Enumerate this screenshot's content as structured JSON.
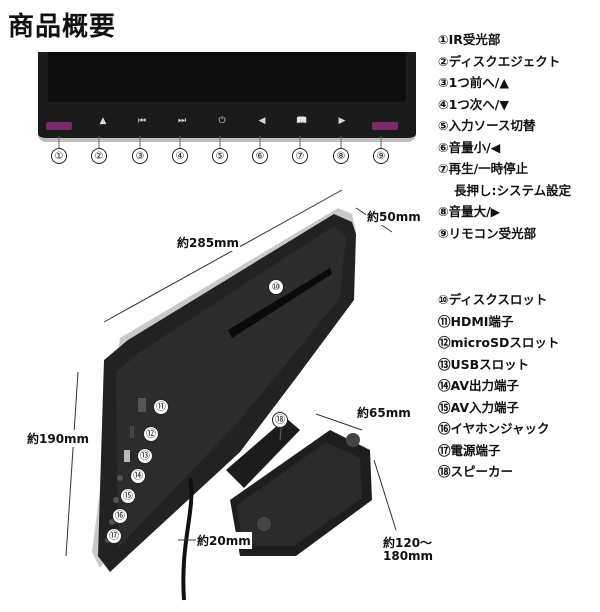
{
  "title": "商品概要",
  "front_numbers": [
    "①",
    "②",
    "③",
    "④",
    "⑤",
    "⑥",
    "⑦",
    "⑧",
    "⑨"
  ],
  "front_icons": [
    "▲",
    "⏮",
    "⏭",
    "⏻",
    "◀",
    "📖",
    "▶"
  ],
  "legend_top": [
    "①IR受光部",
    "②ディスクエジェクト",
    "③1つ前へ/▲",
    "④1つ次へ/▼",
    "⑤入力ソース切替",
    "⑥音量小/◀",
    "⑦再生/一時停止",
    "長押し:システム設定",
    "⑧音量大/▶",
    "⑨リモコン受光部"
  ],
  "legend_bottom": [
    "⑩ディスクスロット",
    "⑪HDMI端子",
    "⑫microSDスロット",
    "⑬USBスロット",
    "⑭AV出力端子",
    "⑮AV入力端子",
    "⑯イヤホンジャック",
    "⑰電源端子",
    "⑱スピーカー"
  ],
  "back_numbers": [
    "⑩",
    "⑪",
    "⑫",
    "⑬",
    "⑭",
    "⑮",
    "⑯",
    "⑰",
    "⑱"
  ],
  "dimensions": {
    "width": "約285mm",
    "depth": "約50mm",
    "height": "約190mm",
    "mount_width": "約65mm",
    "mount_length_1": "約120～",
    "mount_length_2": "180mm",
    "pole": "約20mm"
  },
  "colors": {
    "led": "#7a2a6a",
    "bezel": "#1b1b1b",
    "trim": "#bdbdbd"
  }
}
